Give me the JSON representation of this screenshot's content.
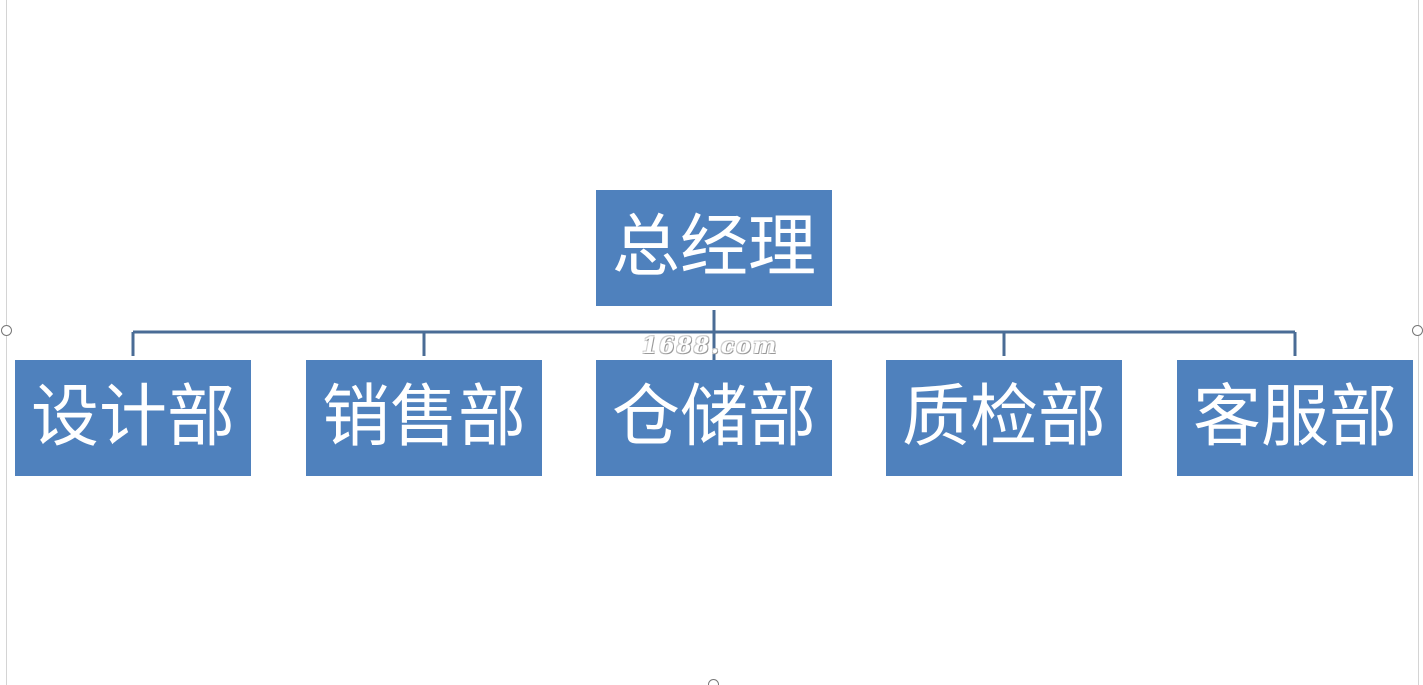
{
  "org_chart": {
    "root": {
      "label": "总经理"
    },
    "departments": [
      {
        "label": "设计部"
      },
      {
        "label": "销售部"
      },
      {
        "label": "仓储部"
      },
      {
        "label": "质检部"
      },
      {
        "label": "客服部"
      }
    ]
  },
  "watermark": {
    "text": "1688.com"
  },
  "colors": {
    "box_fill": "#4f81bd",
    "connector": "#4a6c96",
    "text": "#ffffff"
  }
}
